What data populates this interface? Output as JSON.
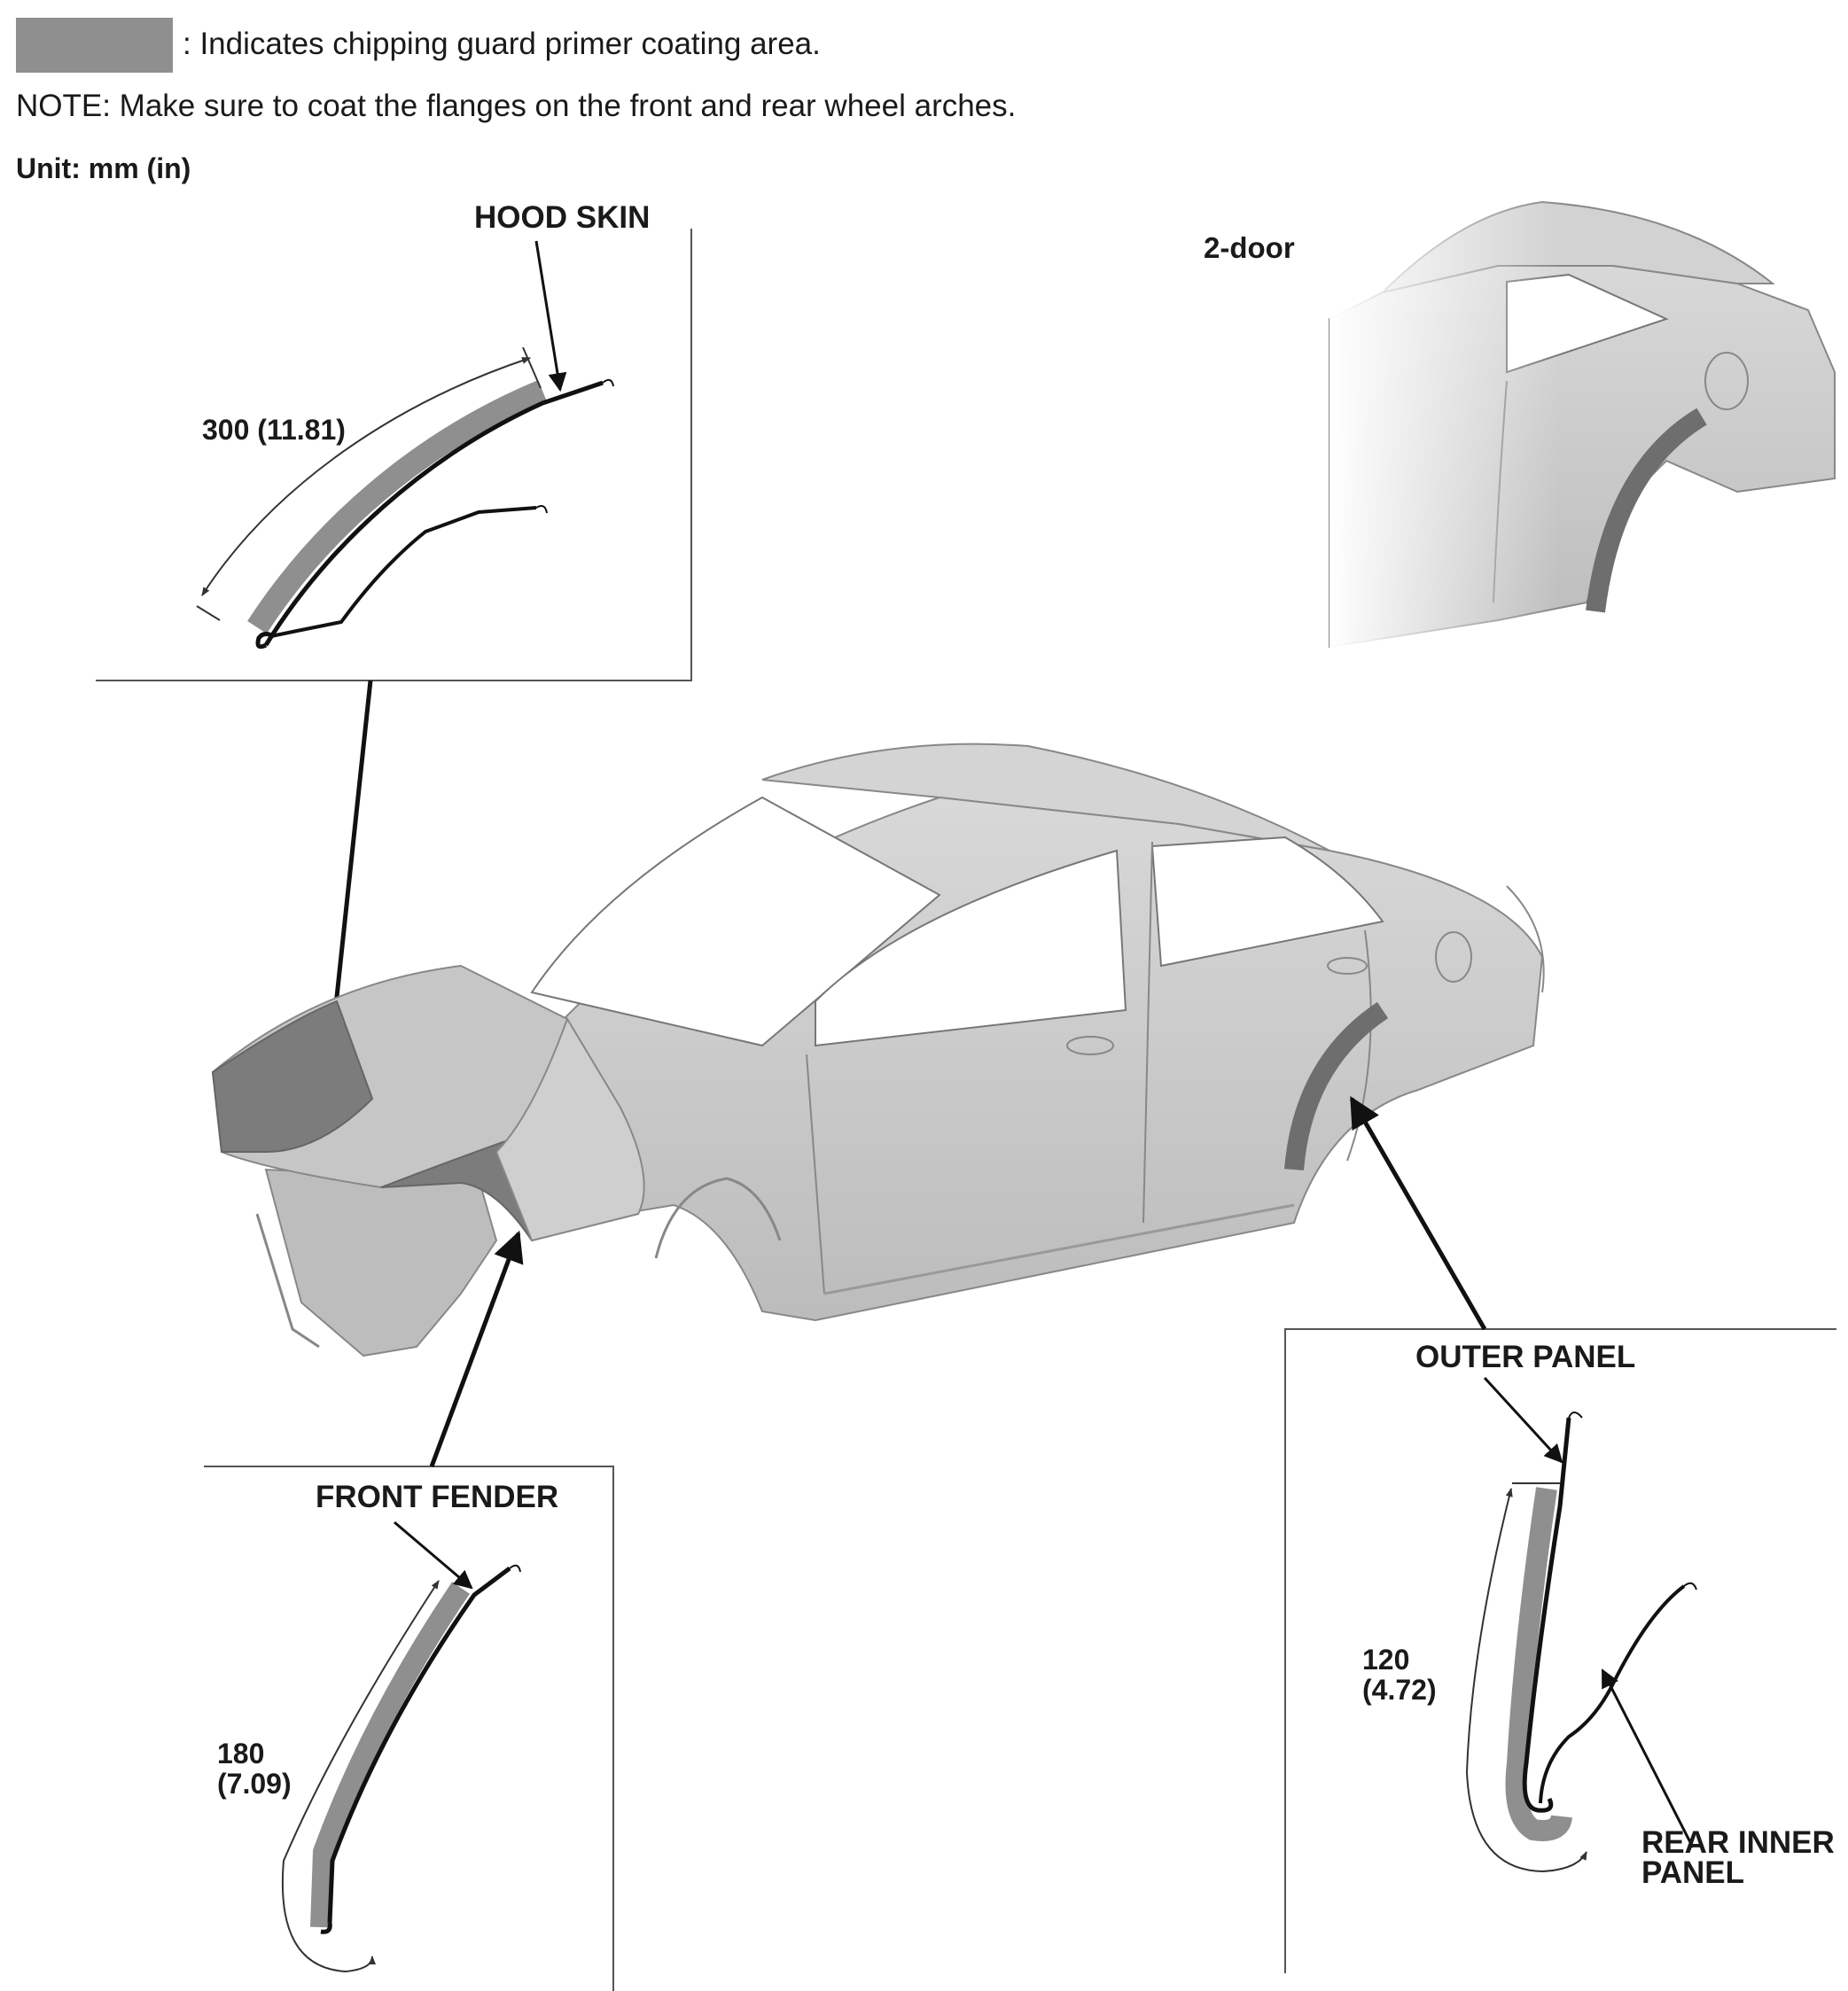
{
  "legend": {
    "swatch_color": "#8f8f8f",
    "text": ": Indicates chipping guard primer coating area."
  },
  "note": "NOTE: Make sure to coat the flanges on the front and rear wheel arches.",
  "unit": "Unit: mm (in)",
  "hood_detail": {
    "part_label": "HOOD SKIN",
    "dimension": "300 (11.81)"
  },
  "two_door": {
    "label": "2-door"
  },
  "front_fender_detail": {
    "part_label": "FRONT FENDER",
    "dimension_line1": "180",
    "dimension_line2": "(7.09)"
  },
  "rear_detail": {
    "outer_label": "OUTER PANEL",
    "inner_label_line1": "REAR INNER",
    "inner_label_line2": "PANEL",
    "dimension_line1": "120",
    "dimension_line2": "(4.72)"
  },
  "colors": {
    "coating": "#8f8f8f",
    "coating_dark": "#6e6e6e",
    "body": "#c9c9c9",
    "line": "#111111"
  }
}
